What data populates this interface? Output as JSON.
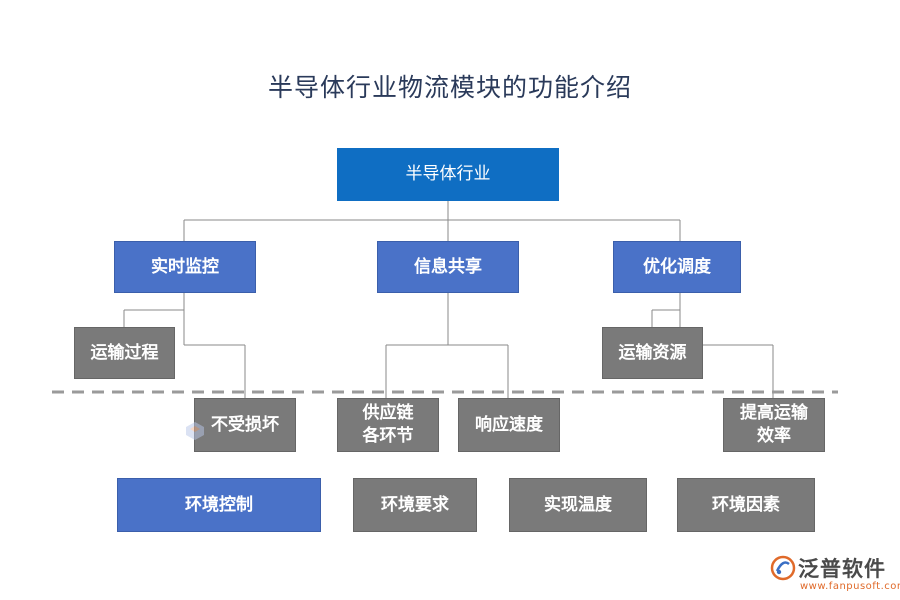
{
  "title": "半导体行业物流模块的功能介绍",
  "root": "半导体行业",
  "level1": [
    "实时监控",
    "信息共享",
    "优化调度"
  ],
  "children": {
    "monitor": [
      "运输过程",
      "不受损坏"
    ],
    "share": [
      "供应链\n各环节",
      "响应速度"
    ],
    "dispatch": [
      "运输资源",
      "提高运输\n效率"
    ]
  },
  "bottom": [
    "环境控制",
    "环境要求",
    "实现温度",
    "环境因素"
  ],
  "logo": {
    "text": "泛普软件",
    "url": "www.fanpusoft.com"
  },
  "colors": {
    "root": "#0f6ec3",
    "blue": "#4a72c8",
    "gray": "#7a7a7a",
    "dashed": "#9a9a9a"
  }
}
